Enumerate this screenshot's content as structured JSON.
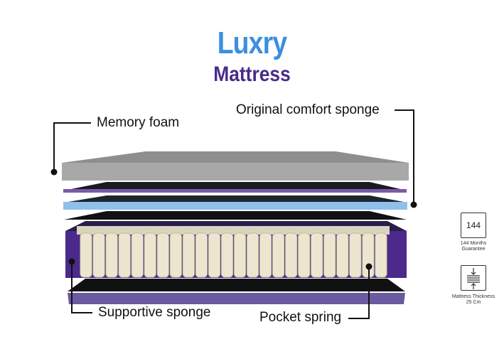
{
  "title": {
    "line1": "Luxry",
    "line2": "Mattress"
  },
  "labels": {
    "memory_foam": "Memory foam",
    "original_comfort_sponge": "Original comfort sponge",
    "supportive_sponge": "Supportive sponge",
    "pocket_spring": "Pocket spring"
  },
  "badges": {
    "guarantee": {
      "value": "144",
      "line1": "144 Months",
      "line2": "Guarantee",
      "icon": "calendar-box-icon"
    },
    "thickness": {
      "line1": "Mattress Thickness",
      "line2": "25 Cm",
      "icon": "compress-arrows-icon"
    }
  },
  "colors": {
    "blue": "#3b8fe0",
    "purple": "#4a2b8a",
    "gray": "#a9a9a9",
    "light_blue": "#8fc0ea"
  }
}
